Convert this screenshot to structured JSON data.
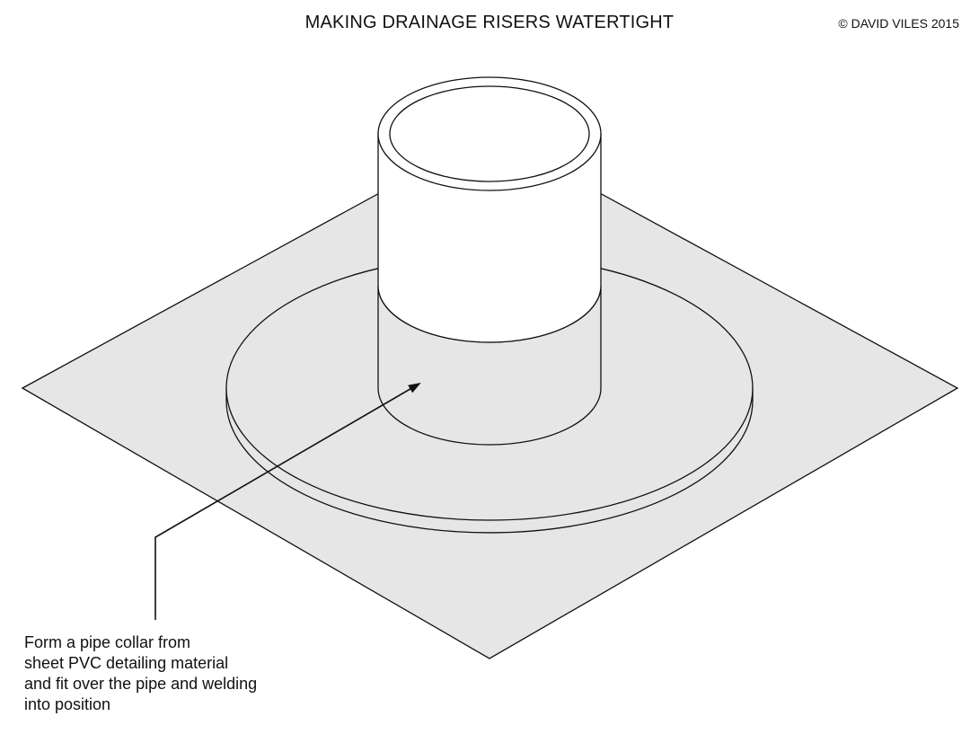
{
  "title": "MAKING DRAINAGE RISERS WATERTIGHT",
  "copyright": "© DAVID VILES 2015",
  "caption_lines": [
    "Form a pipe collar from",
    "sheet PVC detailing material",
    "and fit over the pipe and welding",
    "into position"
  ],
  "colors": {
    "membrane_fill": "#e6e6e6",
    "pipe_fill": "#ffffff",
    "stroke": "#111111"
  }
}
